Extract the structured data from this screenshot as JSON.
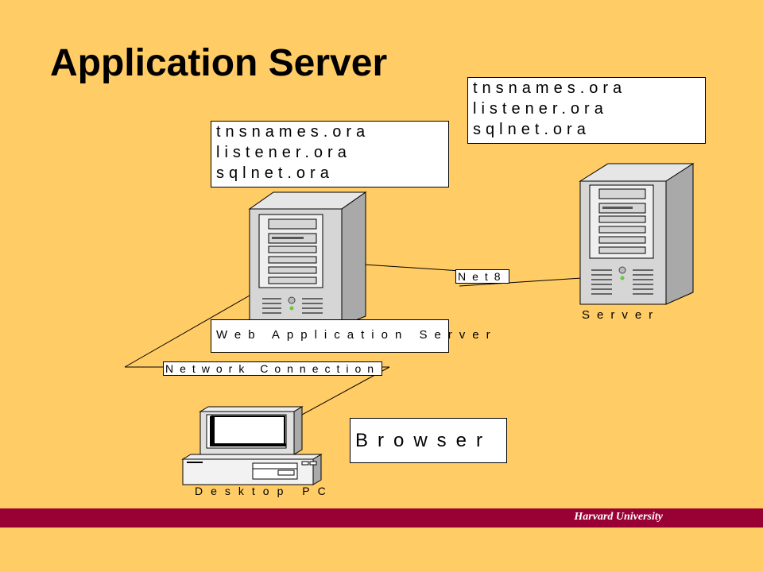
{
  "title": "Application Server",
  "app_config_files": [
    "tnsnames.ora",
    "listener.ora",
    "sqlnet.ora"
  ],
  "server_config_files": [
    "tnsnames.ora",
    "listener.ora",
    "sqlnet.ora"
  ],
  "web_app_server_label": "Web Application Server",
  "net8_label": "Net8",
  "server_label": "Server",
  "network_connection_label": "Network Connection",
  "browser_label": "Browser",
  "desktop_label": "Desktop PC",
  "footer_text": "Harvard University",
  "colors": {
    "background": "#FFCC66",
    "footer": "#990033"
  }
}
